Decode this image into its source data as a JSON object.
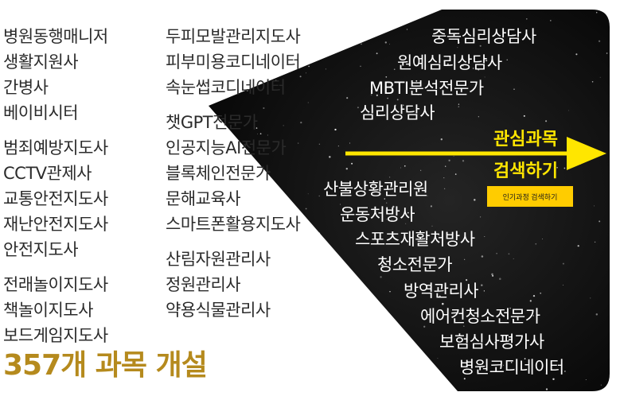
{
  "left_column": [
    "병원동행매니저",
    "생활지원사",
    "간병사",
    "베이비시터",
    "",
    "범죄예방지도사",
    "CCTV관제사",
    "교통안전지도사",
    "재난안전지도사",
    "안전지도사",
    "",
    "전래놀이지도사",
    "책놀이지도사",
    "보드게임지도사"
  ],
  "middle_column": [
    "두피모발관리지도사",
    "피부미용코디네이터",
    "속눈썹코디네이터",
    "",
    "챗GPT전문가",
    "인공지능AI전문가",
    "블록체인전문가",
    "문해교육사",
    "스마트폰활용지도사",
    "",
    "산림자원관리사",
    "정원관리사",
    "약용식물관리사"
  ],
  "headline": "357개 과목 개설",
  "right_top": [
    "중독심리상담사",
    "원예심리상담사",
    "MBTI분석전문가",
    "심리상담사"
  ],
  "right_bottom": [
    "산불상황관리원",
    "운동처방사",
    "스포츠재활처방사",
    "청소전문가",
    "방역관리사",
    "에어컨청소전문가",
    "보험심사평가사",
    "병원코디네이터"
  ],
  "arrow_label": [
    "관심과목",
    "검색하기"
  ],
  "popular_button": "인기과정 검색하기",
  "colors": {
    "headline": "#b58a1d",
    "arrow": "#ffe600",
    "button": "#ffcc00",
    "panel": "#0d0d0d"
  }
}
